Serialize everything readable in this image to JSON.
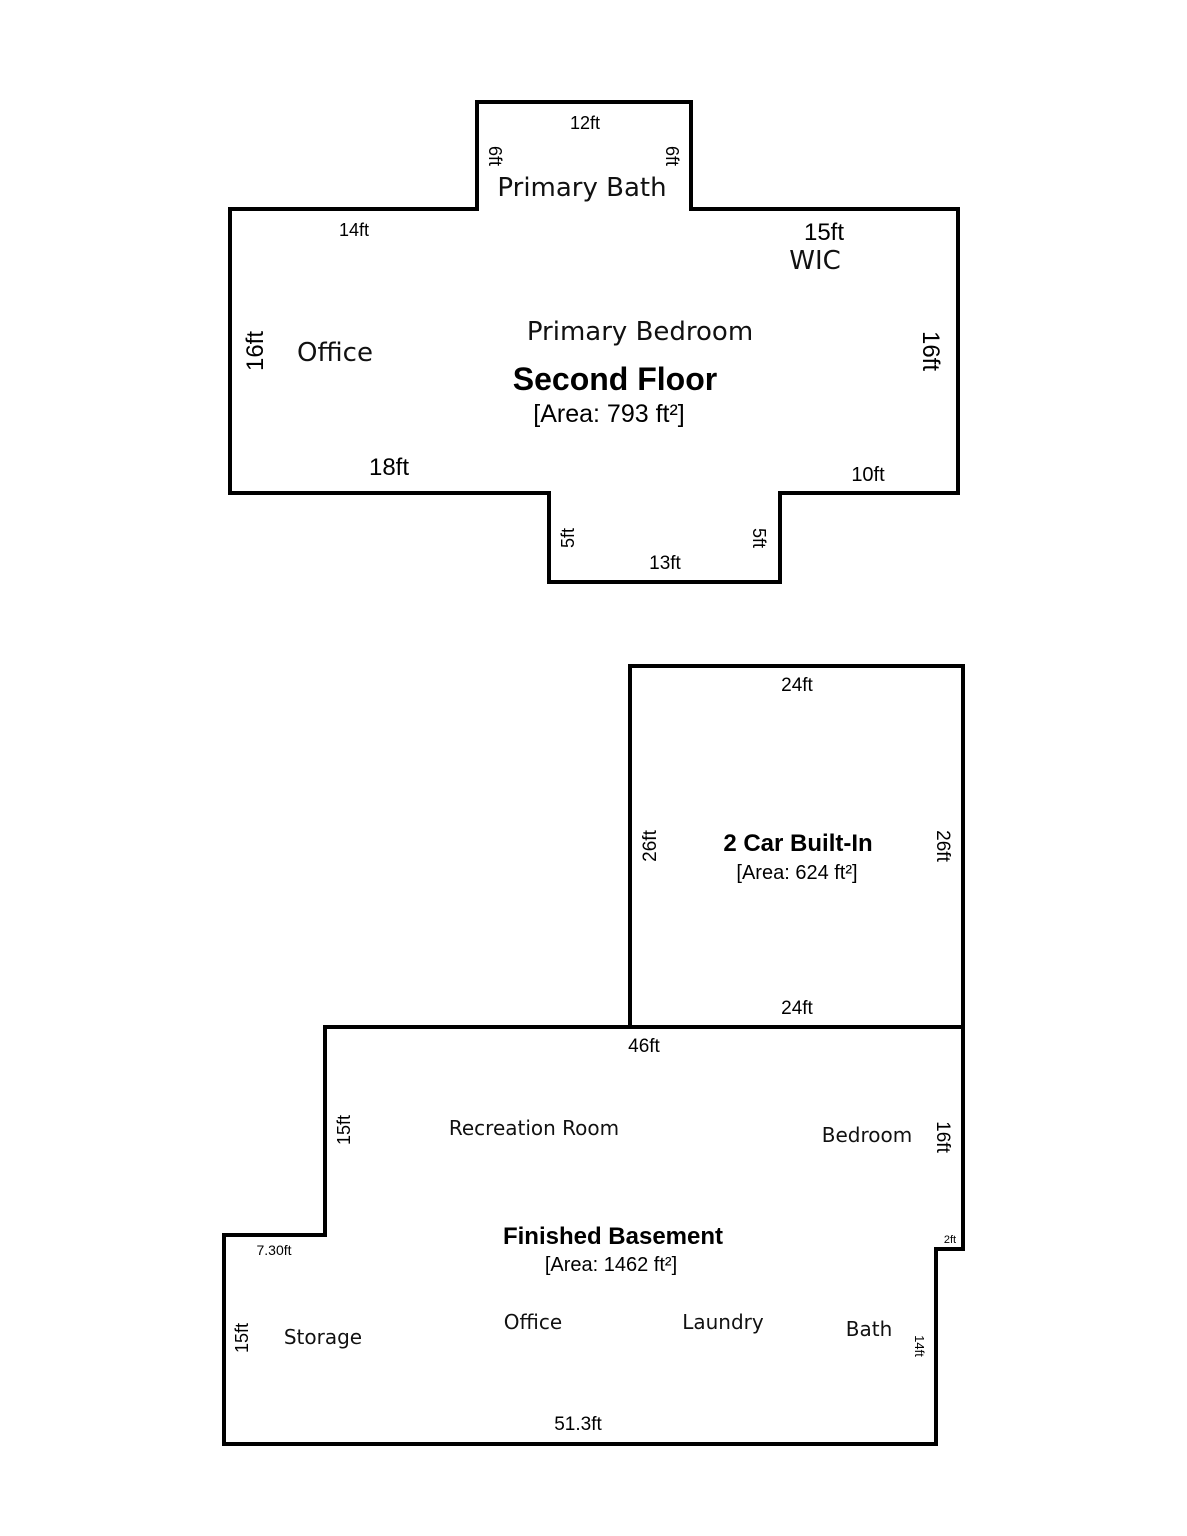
{
  "second_floor": {
    "title": "Second Floor",
    "area": "[Area: 793 ft²]",
    "rooms": {
      "primary_bath": "Primary Bath",
      "wic": "WIC",
      "primary_bedroom": "Primary Bedroom",
      "office": "Office"
    },
    "dims": {
      "bath_top": "12ft",
      "bath_left": "6ft",
      "bath_right": "6ft",
      "top_left": "14ft",
      "top_right": "15ft",
      "left": "16ft",
      "right": "16ft",
      "bottom_left": "18ft",
      "bottom_right": "10ft",
      "bump_left": "5ft",
      "bump_right": "5ft",
      "bump_bottom": "13ft"
    }
  },
  "garage": {
    "title": "2 Car Built-In",
    "area": "[Area: 624 ft²]",
    "dims": {
      "top": "24ft",
      "bottom": "24ft",
      "left": "26ft",
      "right": "26ft"
    }
  },
  "basement": {
    "title": "Finished Basement",
    "area": "[Area: 1462 ft²]",
    "rooms": {
      "recreation": "Recreation Room",
      "bedroom": "Bedroom",
      "storage": "Storage",
      "office": "Office",
      "laundry": "Laundry",
      "bath": "Bath"
    },
    "dims": {
      "top": "46ft",
      "left_upper": "15ft",
      "step": "7.30ft",
      "left_lower": "15ft",
      "right_upper": "16ft",
      "notch": "2ft",
      "right_lower": "14ft",
      "bottom": "51.3ft"
    }
  }
}
